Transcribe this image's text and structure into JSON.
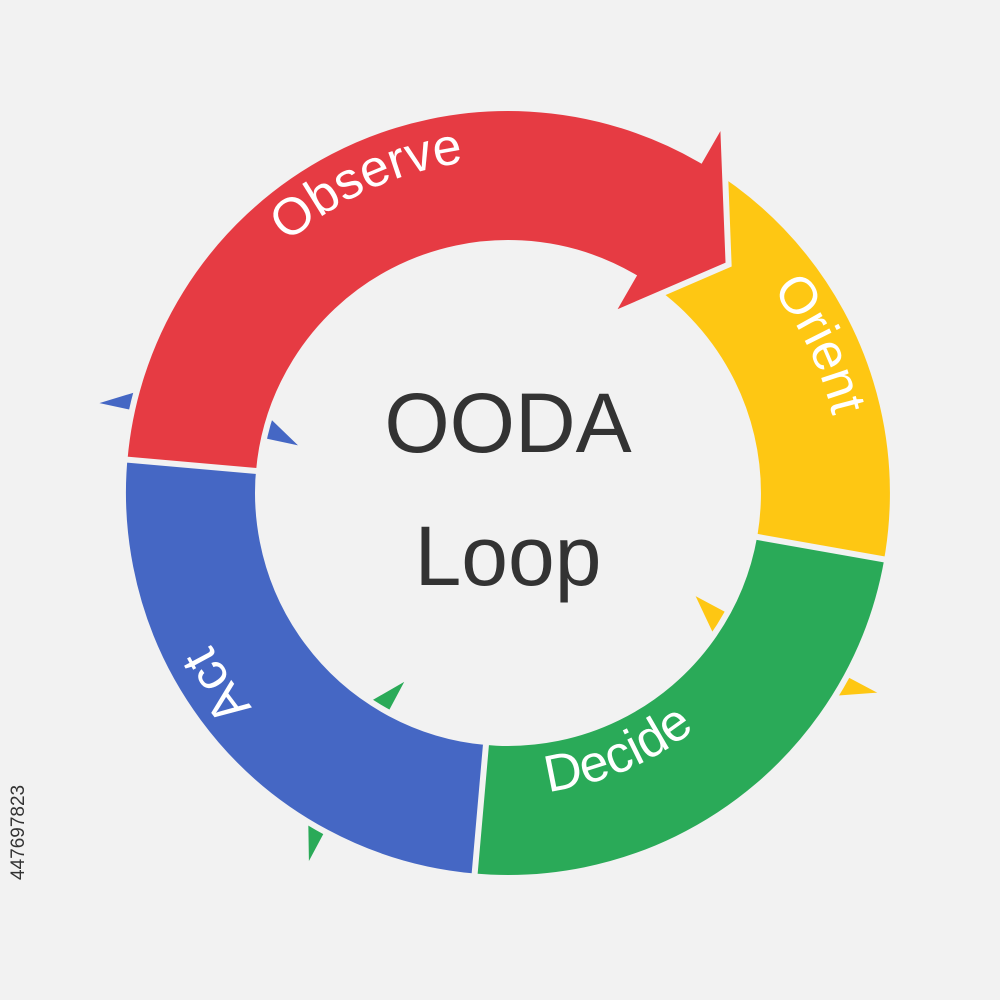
{
  "diagram": {
    "center_title_line1": "OODA",
    "center_title_line2": "Loop",
    "stages": [
      {
        "label": "Observe",
        "color": "#e63b43"
      },
      {
        "label": "Orient",
        "color": "#fec713"
      },
      {
        "label": "Decide",
        "color": "#2aaa58"
      },
      {
        "label": "Act",
        "color": "#4567c4"
      }
    ],
    "background_color": "#f2f2f2",
    "gap_color": "#f2f2f2"
  },
  "watermark": {
    "id_text": "447697823"
  }
}
